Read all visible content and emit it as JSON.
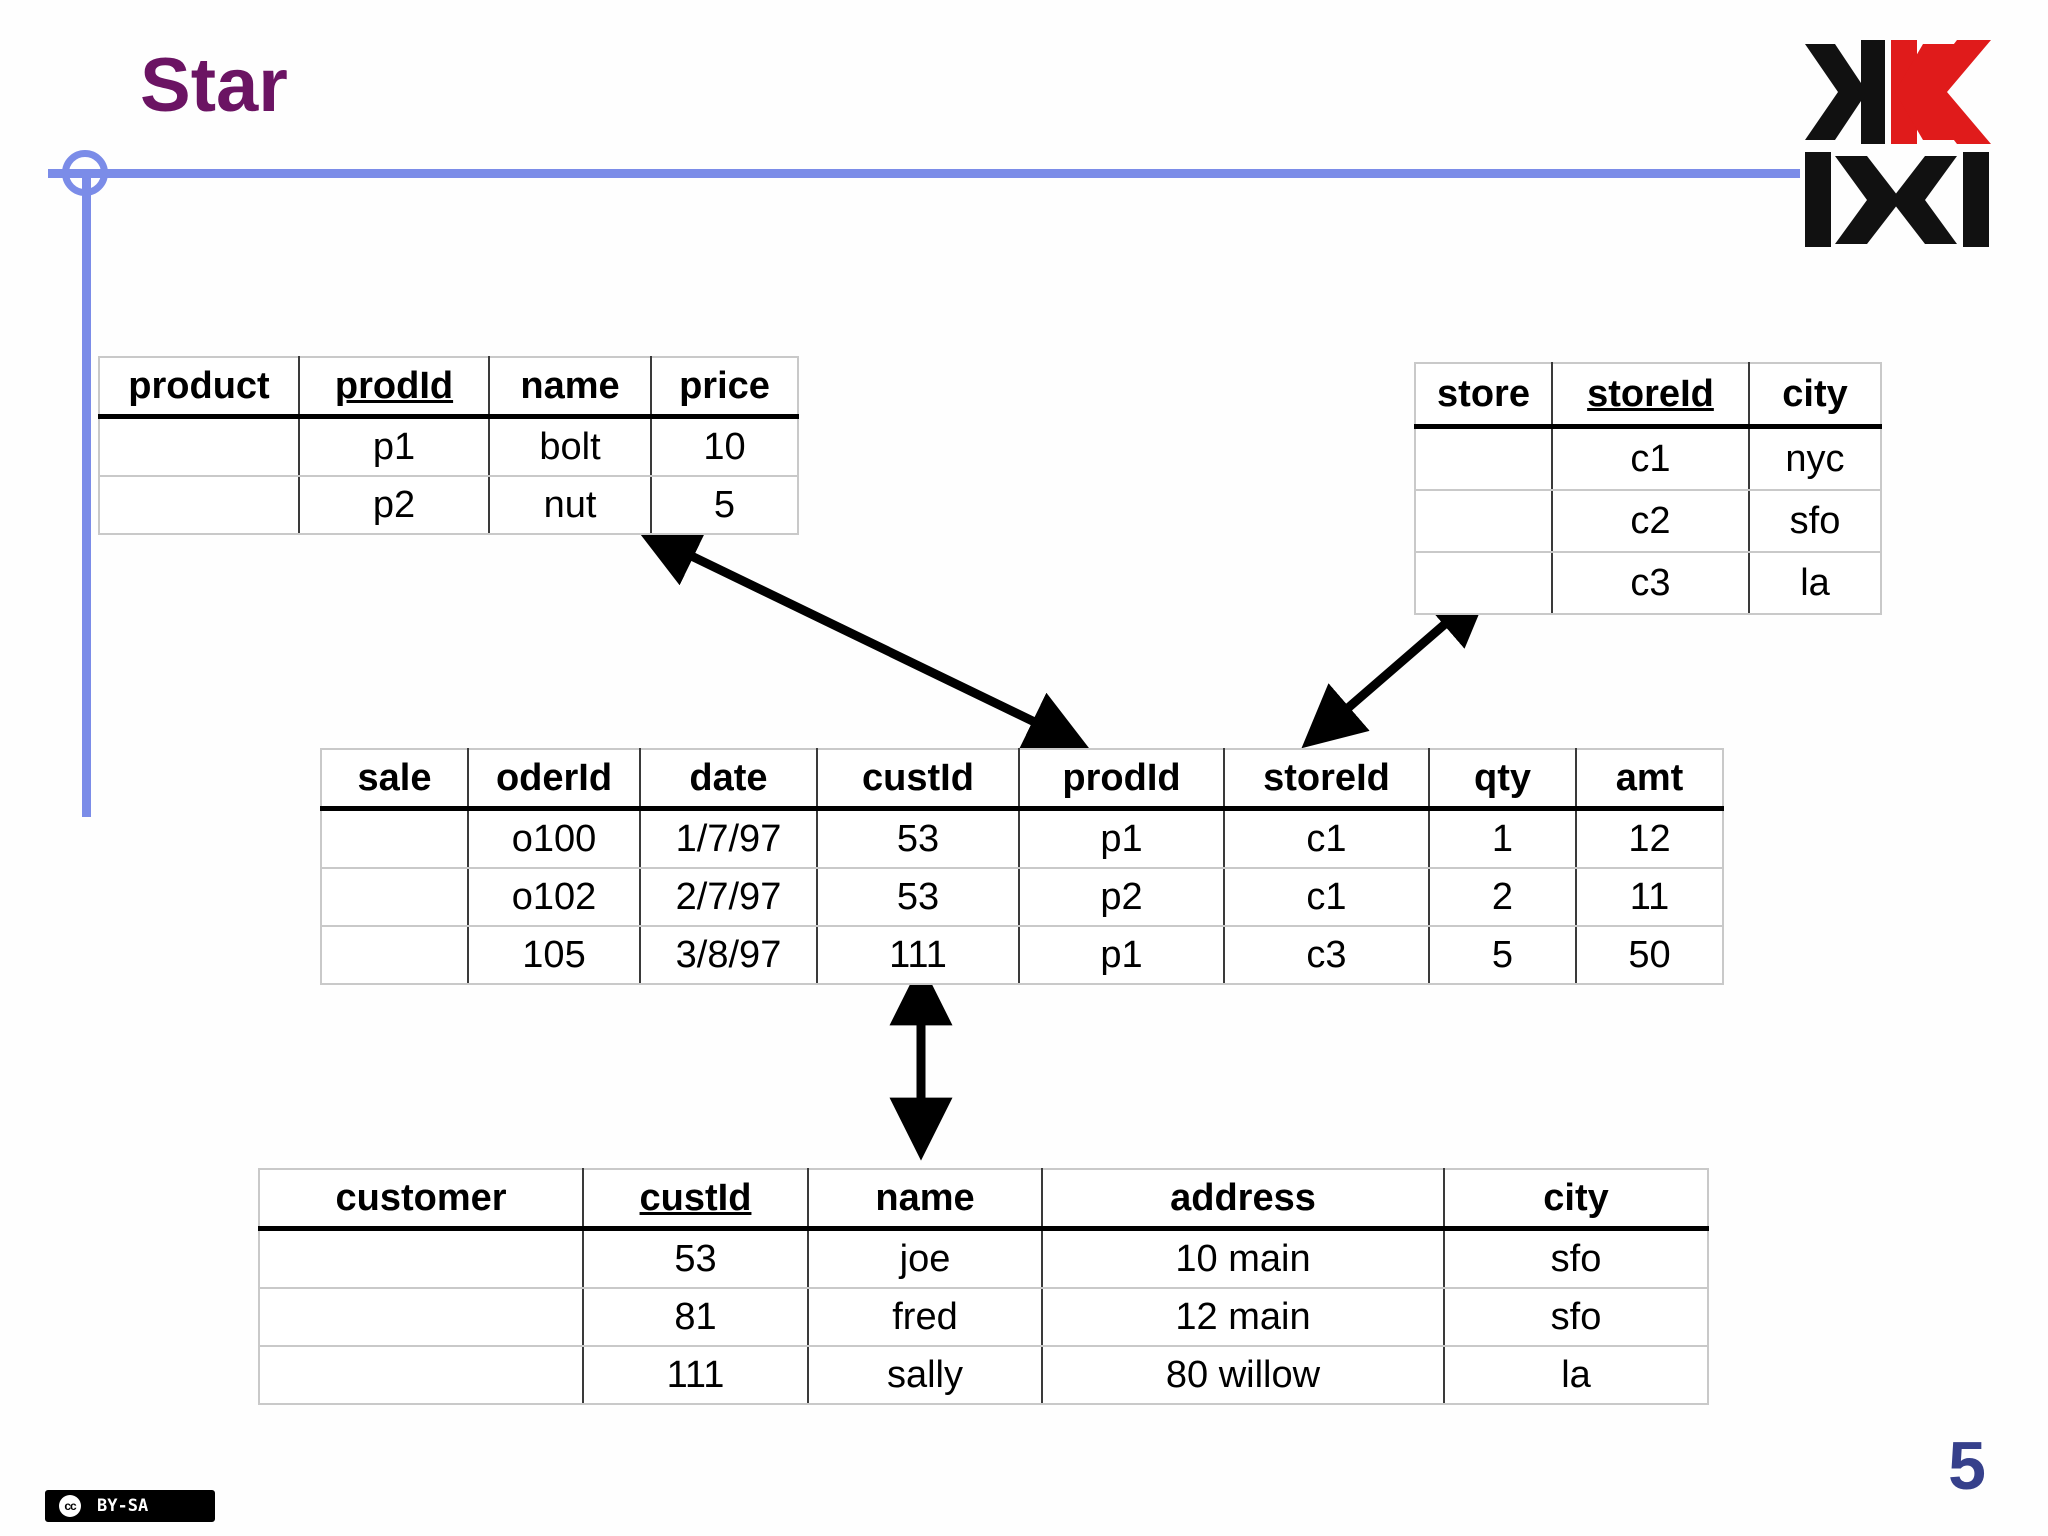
{
  "slide": {
    "title": "Star",
    "page_number": "5",
    "accent_color": "#7B8CE8",
    "title_color": "#6B1463",
    "page_number_color": "#36408B",
    "logo": {
      "name": "kk-logo",
      "letters": [
        "K",
        "K",
        "K",
        "K"
      ],
      "colors": [
        "#111111",
        "#E01B1B",
        "#111111",
        "#111111"
      ]
    },
    "license_badge": {
      "mark": "cc",
      "text": "BY-SA"
    }
  },
  "tables": {
    "product": {
      "name": "product",
      "headers": [
        "product",
        "prodId",
        "name",
        "price"
      ],
      "primary_key": "prodId",
      "rows": [
        [
          "",
          "p1",
          "bolt",
          "10"
        ],
        [
          "",
          "p2",
          "nut",
          "5"
        ]
      ]
    },
    "store": {
      "name": "store",
      "headers": [
        "store",
        "storeId",
        "city"
      ],
      "primary_key": "storeId",
      "rows": [
        [
          "",
          "c1",
          "nyc"
        ],
        [
          "",
          "c2",
          "sfo"
        ],
        [
          "",
          "c3",
          "la"
        ]
      ]
    },
    "sale": {
      "name": "sale",
      "headers": [
        "sale",
        "oderId",
        "date",
        "custId",
        "prodId",
        "storeId",
        "qty",
        "amt"
      ],
      "primary_key": "",
      "rows": [
        [
          "",
          "o100",
          "1/7/97",
          "53",
          "p1",
          "c1",
          "1",
          "12"
        ],
        [
          "",
          "o102",
          "2/7/97",
          "53",
          "p2",
          "c1",
          "2",
          "11"
        ],
        [
          "",
          "105",
          "3/8/97",
          "111",
          "p1",
          "c3",
          "5",
          "50"
        ]
      ]
    },
    "customer": {
      "name": "customer",
      "headers": [
        "customer",
        "custId",
        "name",
        "address",
        "city"
      ],
      "primary_key": "custId",
      "rows": [
        [
          "",
          "53",
          "joe",
          "10 main",
          "sfo"
        ],
        [
          "",
          "81",
          "fred",
          "12 main",
          "sfo"
        ],
        [
          "",
          "111",
          "sally",
          "80 willow",
          "la"
        ]
      ]
    }
  },
  "relationships": [
    {
      "name": "product-sale",
      "from": "sale.prodId",
      "to": "product.price",
      "style": "double-arrow"
    },
    {
      "name": "store-sale",
      "from": "sale.storeId",
      "to": "store",
      "style": "double-arrow"
    },
    {
      "name": "customer-sale",
      "from": "customer.custId",
      "to": "sale.custId",
      "style": "double-arrow"
    }
  ]
}
